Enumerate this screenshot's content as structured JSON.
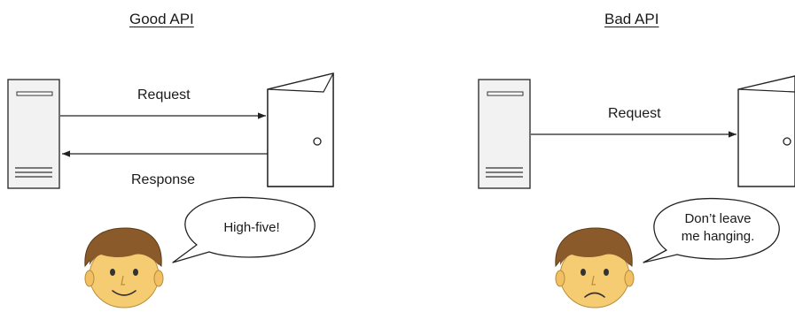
{
  "good_panel": {
    "title": "Good API",
    "request_label": "Request",
    "response_label": "Response",
    "speech": "High-five!",
    "face_mood": "happy"
  },
  "bad_panel": {
    "title": "Bad API",
    "request_label": "Request",
    "speech_line1": "Don’t leave",
    "speech_line2": "me hanging.",
    "face_mood": "sad"
  },
  "icons": [
    "server-icon",
    "door-icon",
    "person-face-icon",
    "speech-bubble-icon"
  ],
  "colors": {
    "stroke": "#222222",
    "server_fill": "#f2f2f2",
    "hair": "#8a5a2b",
    "skin": "#f6cc72"
  }
}
